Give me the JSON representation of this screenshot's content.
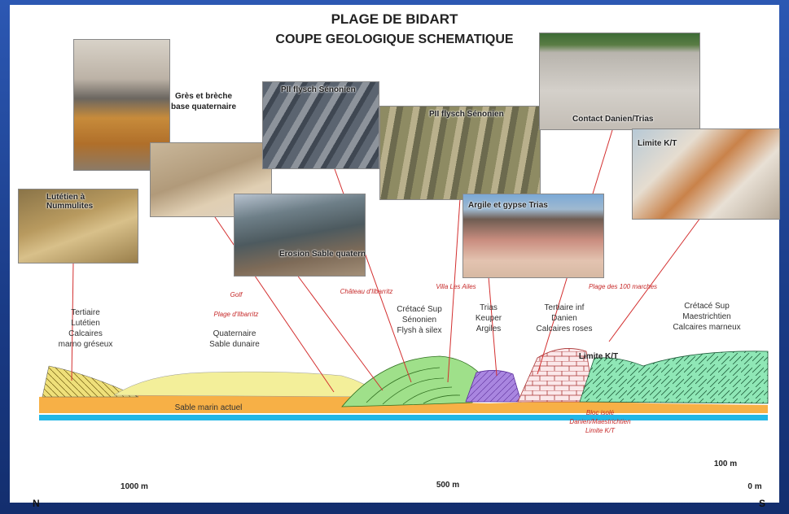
{
  "title": {
    "line1": "PLAGE DE BIDART",
    "line2": "COUPE GEOLOGIQUE SCHEMATIQUE"
  },
  "photos": [
    {
      "caption": ""
    },
    {
      "caption": "Grès et brèche base quaternaire"
    },
    {
      "caption": "PII flysch Sénonien"
    },
    {
      "caption": "PII flysch Sénonien"
    },
    {
      "caption": "Contact Danien/Trias"
    },
    {
      "caption": "Limite K/T"
    },
    {
      "caption": "Lutétien à Nummulites"
    },
    {
      "caption": "Argile et gypse Trias"
    },
    {
      "caption": "Erosion Sable quaternaire"
    }
  ],
  "places": {
    "golf": "Golf",
    "plage_ilbarritz": "Plage d'Ilbarritz",
    "chateau": "Château d'Ilbarritz",
    "villa": "Villa Les Ailes",
    "plage_100": "Plage des 100 marches"
  },
  "units": {
    "tertiaire": [
      "Tertiaire",
      "Lutétien",
      "Calcaires",
      "marno gréseux"
    ],
    "quaternaire": [
      "Quaternaire",
      "Sable dunaire"
    ],
    "cretace_sen": [
      "Crétacé Sup",
      "Sénonien",
      "Flysh à silex"
    ],
    "trias": [
      "Trias",
      "Keuper",
      "Argiles"
    ],
    "tertiaire_inf": [
      "Tertiaire inf",
      "Danien",
      "Calcaires roses"
    ],
    "cretace_maes": [
      "Crétacé Sup",
      "Maestrichtien",
      "Calcaires marneux"
    ]
  },
  "limite_kt": "Limite K/T",
  "sable_marin": "Sable marin actuel",
  "bloc_note": [
    "Bloc isolé",
    "Danien/Maestrichtien",
    "Limite K/T"
  ],
  "scale": {
    "s1000": "1000 m",
    "s500": "500 m",
    "s100": "100 m",
    "s0": "0 m"
  },
  "compass": {
    "north": "N",
    "south": "S"
  },
  "colors": {
    "sand": "#f7b046",
    "dune": "#f3ef9a",
    "flysch": "#9fe08a",
    "trias": "#a986e0",
    "danien": "#fbe8ea",
    "maestricht": "#8fe7b6",
    "sea": "#22b7e6"
  }
}
